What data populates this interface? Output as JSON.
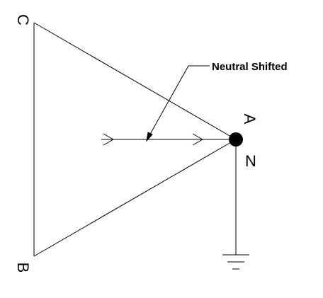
{
  "labels": {
    "vertex_c": "C",
    "vertex_b": "B",
    "vertex_a": "A",
    "neutral_n": "N",
    "callout": "Neutral Shifted"
  },
  "colors": {
    "line": "#000000",
    "background": "#ffffff"
  },
  "icons": {
    "ground": "ground-symbol",
    "neutral_point": "filled-dot"
  }
}
